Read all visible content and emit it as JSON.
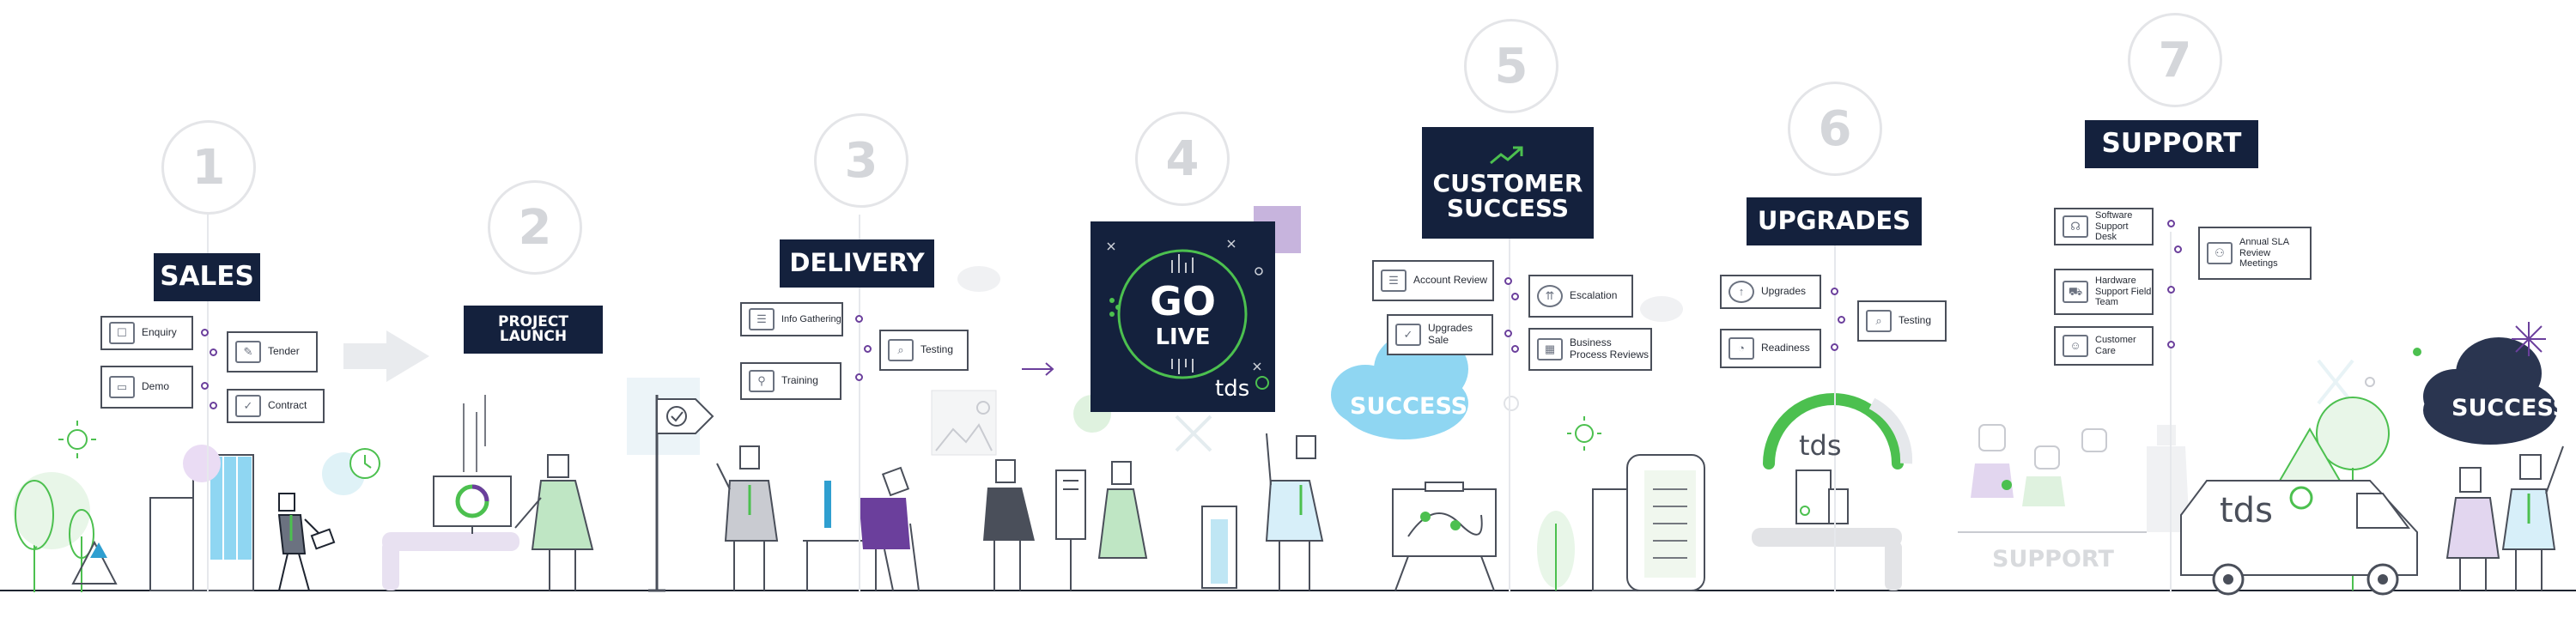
{
  "steps": {
    "s1": {
      "number": "1",
      "title": "SALES"
    },
    "s2": {
      "number": "2",
      "title": "PROJECT LAUNCH"
    },
    "s3": {
      "number": "3",
      "title": "DELIVERY"
    },
    "s4": {
      "number": "4"
    },
    "s5": {
      "number": "5",
      "title_line1": "CUSTOMER",
      "title_line2": "SUCCESS"
    },
    "s6": {
      "number": "6",
      "title": "UPGRADES"
    },
    "s7": {
      "number": "7",
      "title": "SUPPORT"
    }
  },
  "sales": {
    "enquiry": "Enquiry",
    "demo": "Demo",
    "tender": "Tender",
    "contract": "Contract"
  },
  "delivery": {
    "info": "Info Gathering",
    "training": "Training",
    "testing": "Testing"
  },
  "golive": {
    "line1": "GO",
    "line2": "LIVE",
    "brand": "tds"
  },
  "customer_success": {
    "account_review": "Account Review",
    "upgrades_sale_1": "Upgrades",
    "upgrades_sale_2": "Sale",
    "escalation": "Escalation",
    "bpr_1": "Business",
    "bpr_2": "Process Reviews",
    "cloud": "SUCCESS"
  },
  "upgrades": {
    "upgrades": "Upgrades",
    "readiness": "Readiness",
    "testing": "Testing",
    "brand": "tds"
  },
  "support": {
    "desk_1": "Software",
    "desk_2": "Support Desk",
    "hw_1": "Hardware",
    "hw_2": "Support Field",
    "hw_3": "Team",
    "care_1": "Customer",
    "care_2": "Care",
    "sla_1": "Annual SLA",
    "sla_2": "Review",
    "sla_3": "Meetings",
    "cloud": "SUCCESS",
    "faded_sign": "SUPPORT",
    "van_brand": "tds"
  },
  "colors": {
    "navy": "#14213d",
    "green": "#4cc04f",
    "purple": "#6b3f9c",
    "light_blue": "#8fd6f2",
    "grey_line": "#4a4f5a"
  }
}
